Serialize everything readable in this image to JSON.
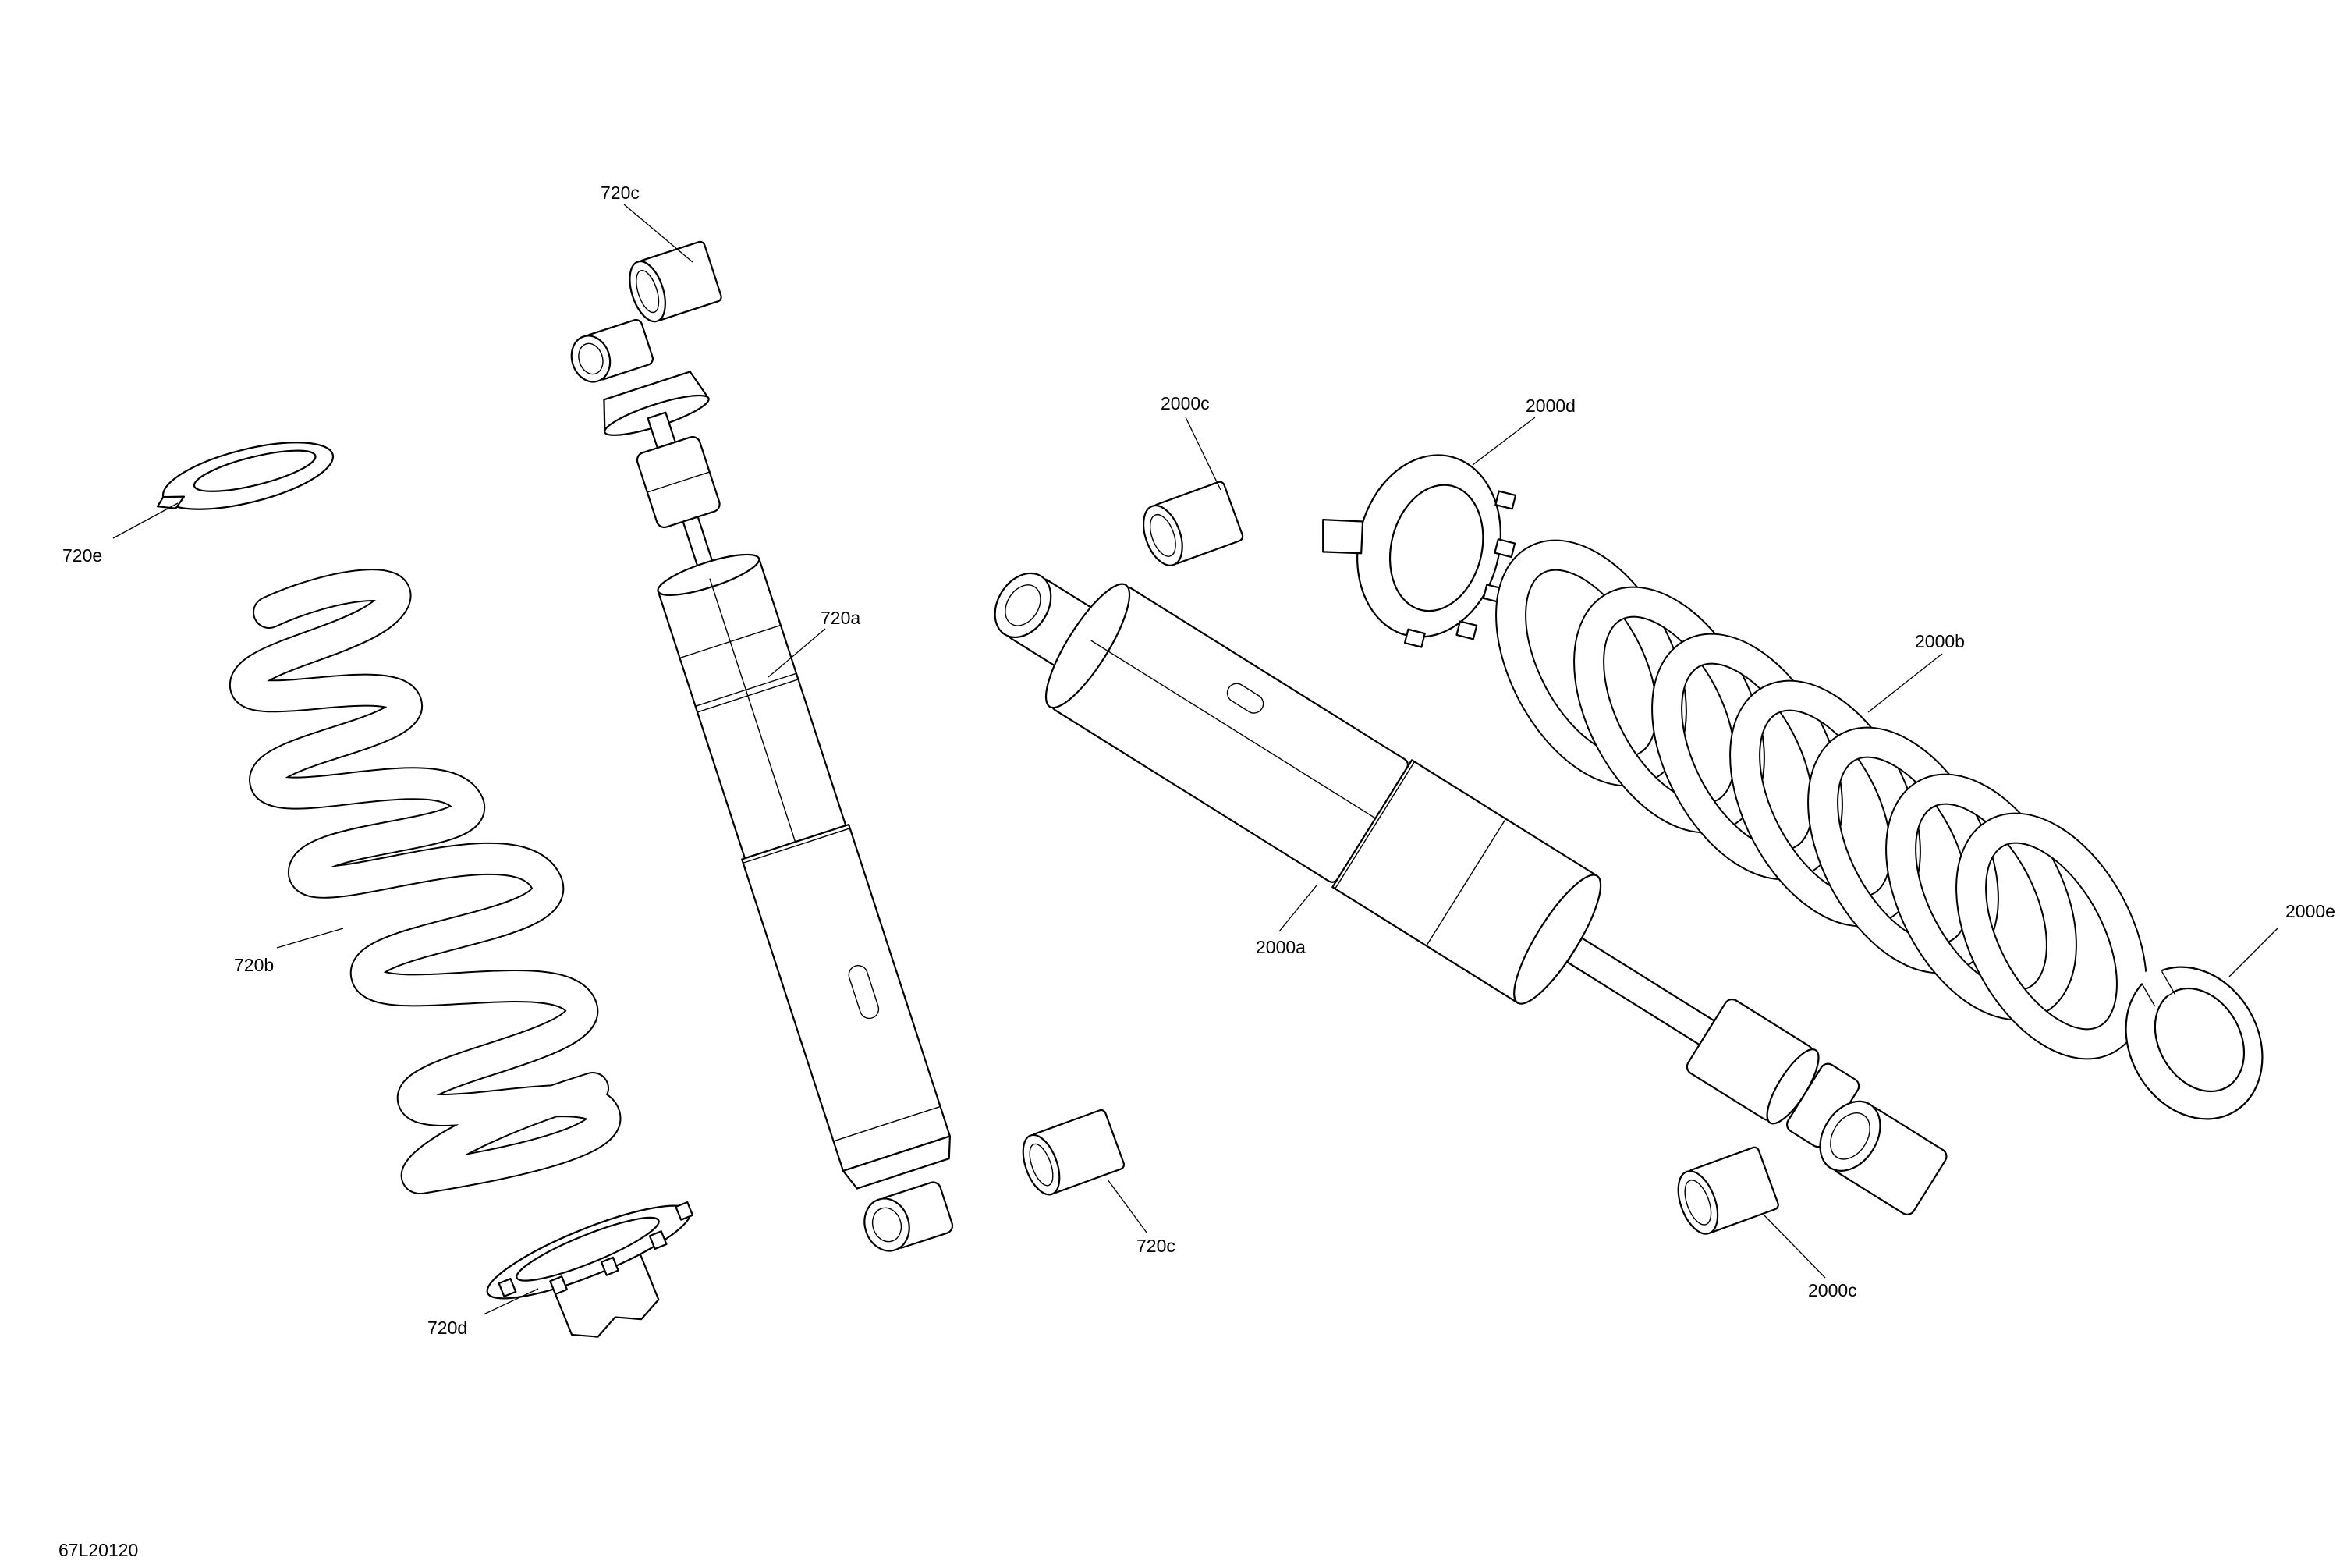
{
  "diagram": {
    "figure_code": "67L20120",
    "callouts": [
      {
        "id": "720c-top",
        "text": "720c"
      },
      {
        "id": "720e",
        "text": "720e"
      },
      {
        "id": "720a",
        "text": "720a"
      },
      {
        "id": "720b",
        "text": "720b"
      },
      {
        "id": "720d",
        "text": "720d"
      },
      {
        "id": "720c-bottom",
        "text": "720c"
      },
      {
        "id": "2000c-top",
        "text": "2000c"
      },
      {
        "id": "2000d",
        "text": "2000d"
      },
      {
        "id": "2000b",
        "text": "2000b"
      },
      {
        "id": "2000a",
        "text": "2000a"
      },
      {
        "id": "2000e",
        "text": "2000e"
      },
      {
        "id": "2000c-bottom",
        "text": "2000c"
      }
    ]
  }
}
